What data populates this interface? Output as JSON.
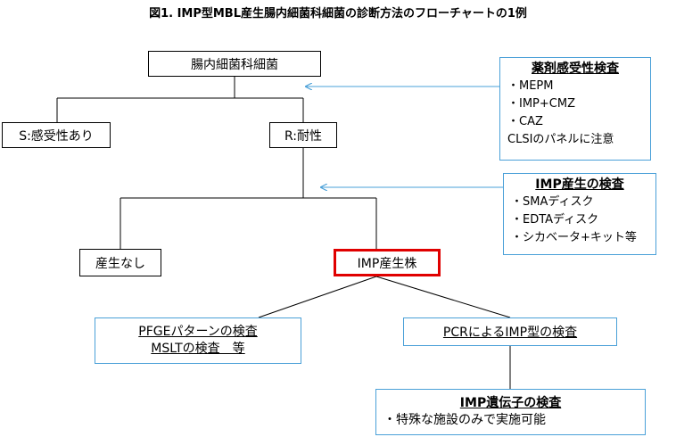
{
  "title": "図1.  IMP型MBL産生腸内細菌科細菌の診断方法のフローチャートの1例",
  "nodes": {
    "root": "腸内細菌科細菌",
    "susceptible": "S:感受性あり",
    "resistant": "R:耐性",
    "no_production": "産生なし",
    "imp_producer": "IMP産生株",
    "pfge_line1": "PFGEパターンの検査",
    "pfge_line2": "MSLTの検査　等",
    "pcr": "PCRによるIMP型の検査",
    "gene_title": "IMP遺伝子の検査",
    "gene_item": "・特殊な施設のみで実施可能"
  },
  "notes": {
    "drug_test": {
      "title": "薬剤感受性検査",
      "items": [
        "・MEPM",
        "・IMP+CMZ",
        "・CAZ",
        "CLSIのパネルに注意"
      ]
    },
    "imp_test": {
      "title": "IMP産生の検査",
      "items": [
        "・SMAディスク",
        "・EDTAディスク",
        "・シカベータ+キット等"
      ]
    }
  },
  "colors": {
    "highlight": "#e00000",
    "note_border": "#4aa0d8"
  }
}
